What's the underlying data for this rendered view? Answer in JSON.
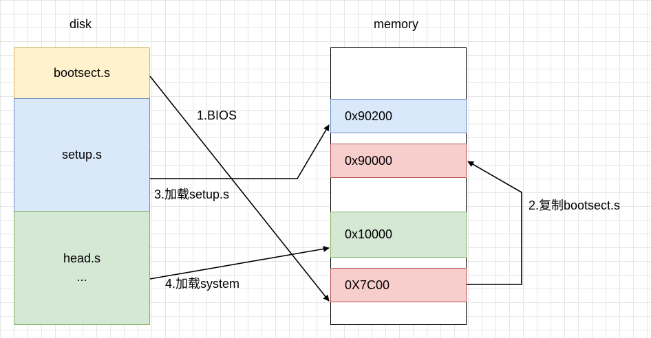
{
  "headers": {
    "disk": "disk",
    "memory": "memory"
  },
  "disk": {
    "bootsect": "bootsect.s",
    "setup": "setup.s",
    "head": "head.s",
    "head_more": "..."
  },
  "memory": {
    "addr_90200": "0x90200",
    "addr_90000": "0x90000",
    "addr_10000": "0x10000",
    "addr_7c00": "0X7C00"
  },
  "arrows": {
    "bios": "1.BIOS",
    "copy_bootsect": "2.复制bootsect.s",
    "load_setup": "3.加载setup.s",
    "load_system": "4.加载system"
  },
  "colors": {
    "yellow_fill": "#fff2cc",
    "blue_fill": "#dae8fc",
    "green_fill": "#d5e8d4",
    "red_fill": "#f8cecc"
  }
}
